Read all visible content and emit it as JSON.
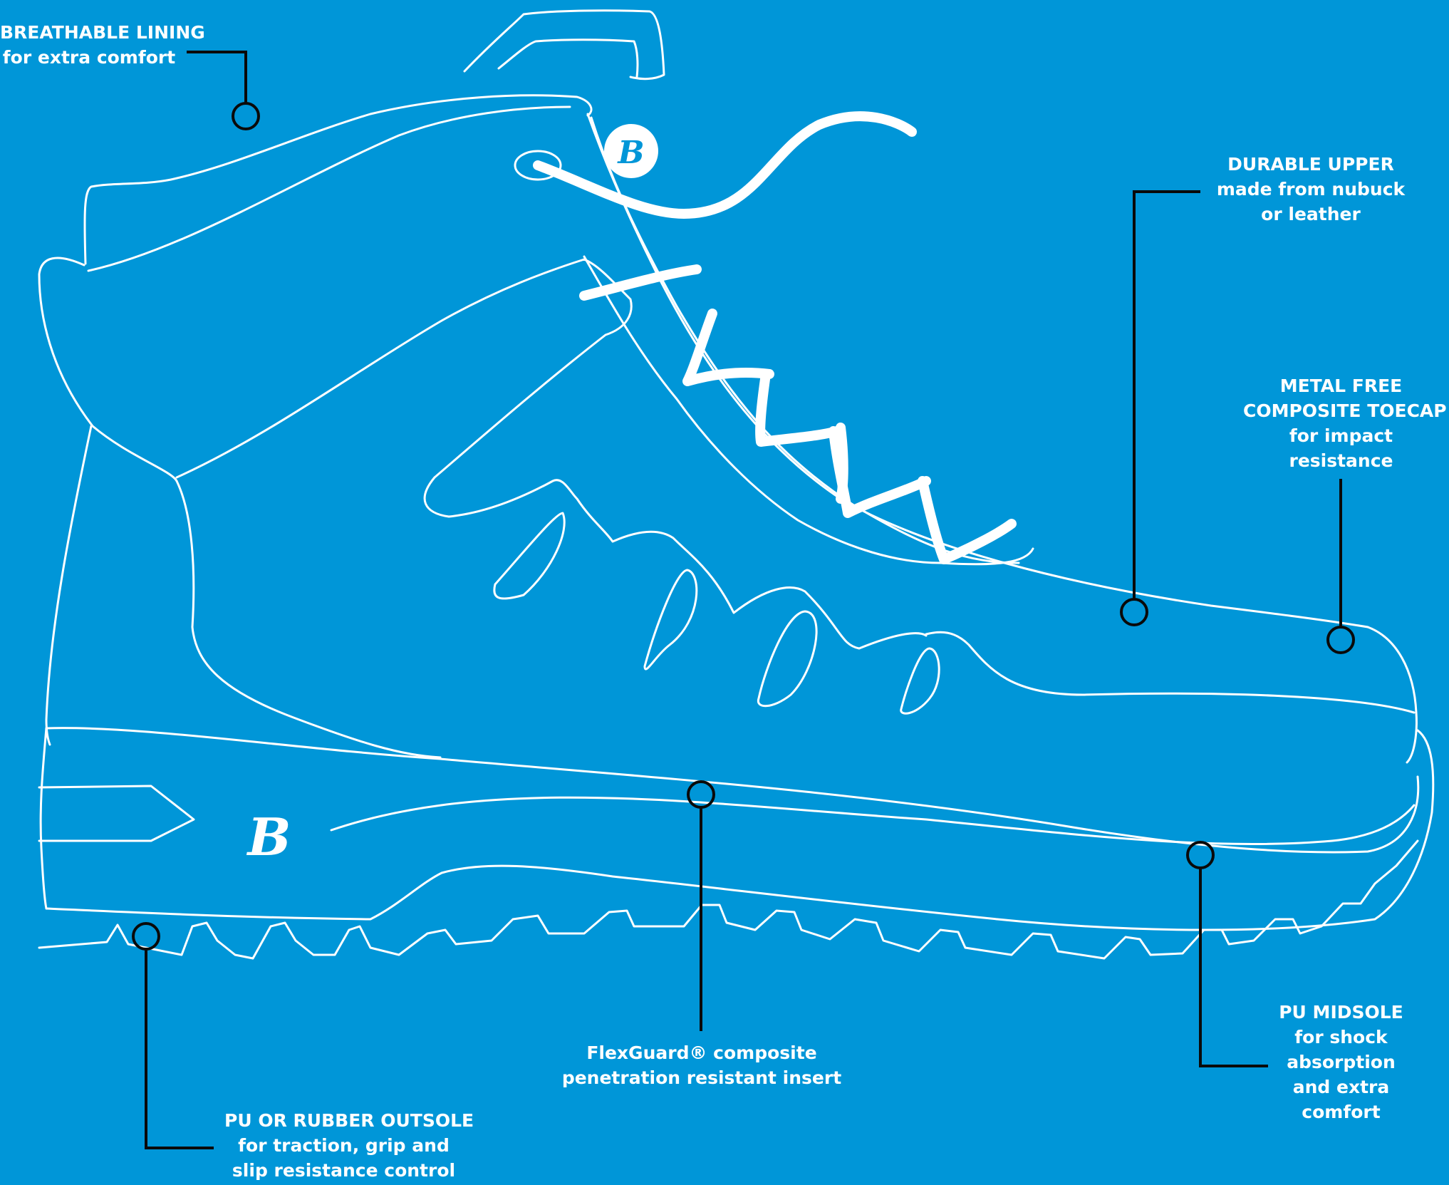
{
  "colors": {
    "background": "#0096d8",
    "line": "#ffffff",
    "leader": "#0a0a0a"
  },
  "icons": {
    "brand_mark": "B"
  },
  "callouts": {
    "lining": {
      "title": "BREATHABLE LINING",
      "lines": [
        "for extra comfort"
      ]
    },
    "upper": {
      "title": "DURABLE UPPER",
      "lines": [
        "made from nubuck",
        "or leather"
      ]
    },
    "toecap": {
      "title": "METAL FREE",
      "title2": "COMPOSITE TOECAP",
      "lines": [
        "for impact",
        "resistance"
      ]
    },
    "midsole": {
      "title": "PU MIDSOLE",
      "lines": [
        "for shock",
        "absorption",
        "and extra",
        "comfort"
      ]
    },
    "insert": {
      "lines": [
        "FlexGuard® composite",
        "penetration resistant insert"
      ]
    },
    "outsole": {
      "title": "PU OR RUBBER OUTSOLE",
      "lines": [
        "for traction, grip and",
        "slip resistance control"
      ]
    }
  }
}
